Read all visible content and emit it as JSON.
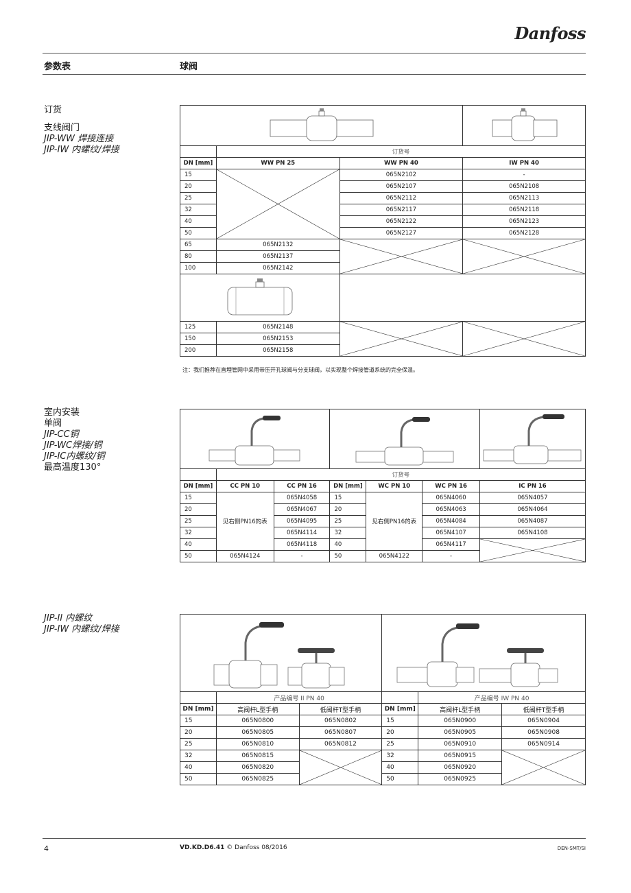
{
  "brand": "Danfoss",
  "header": {
    "section": "参数表",
    "product": "球阀"
  },
  "block1": {
    "labels": [
      "订货",
      "支线阀门",
      "JIP-WW 焊接连接",
      "JIP-IW 内螺纹/焊接"
    ],
    "order_label": "订货号",
    "cols": [
      "DN [mm]",
      "WW PN 25",
      "WW PN 40",
      "IW PN 40"
    ],
    "rows_a": [
      {
        "dn": "15",
        "ww40": "065N2102",
        "iw40": "-"
      },
      {
        "dn": "20",
        "ww40": "065N2107",
        "iw40": "065N2108"
      },
      {
        "dn": "25",
        "ww40": "065N2112",
        "iw40": "065N2113"
      },
      {
        "dn": "32",
        "ww40": "065N2117",
        "iw40": "065N2118"
      },
      {
        "dn": "40",
        "ww40": "065N2122",
        "iw40": "065N2123"
      },
      {
        "dn": "50",
        "ww40": "065N2127",
        "iw40": "065N2128"
      }
    ],
    "rows_b": [
      {
        "dn": "65",
        "ww25": "065N2132"
      },
      {
        "dn": "80",
        "ww25": "065N2137"
      },
      {
        "dn": "100",
        "ww25": "065N2142"
      }
    ],
    "rows_c": [
      {
        "dn": "125",
        "ww25": "065N2148"
      },
      {
        "dn": "150",
        "ww25": "065N2153"
      },
      {
        "dn": "200",
        "ww25": "065N2158"
      }
    ],
    "note": "注：我们推荐在直埋管网中采用带压开孔球阀与分支球阀，以实现整个焊接管道系统的完全保温。"
  },
  "block2": {
    "labels": [
      "室内安装",
      "单阀",
      "JIP-CC铜",
      "JIP-WC焊接/铜",
      "JIP-IC内螺纹/铜",
      "最高温度130°"
    ],
    "order_label": "订货号",
    "cols": [
      "DN [mm]",
      "CC PN 10",
      "CC PN 16",
      "DN [mm]",
      "WC PN 10",
      "WC PN 16",
      "IC PN 16"
    ],
    "see_right": "见右侧PN16的表",
    "rows": [
      {
        "dn": "15",
        "cc16": "065N4058",
        "dn2": "15",
        "wc16": "065N4060",
        "ic16": "065N4057"
      },
      {
        "dn": "20",
        "cc16": "065N4067",
        "dn2": "20",
        "wc16": "065N4063",
        "ic16": "065N4064"
      },
      {
        "dn": "25",
        "cc16": "065N4095",
        "dn2": "25",
        "wc16": "065N4084",
        "ic16": "065N4087"
      },
      {
        "dn": "32",
        "cc16": "065N4114",
        "dn2": "32",
        "wc16": "065N4107",
        "ic16": "065N4108"
      },
      {
        "dn": "40",
        "cc16": "065N4118",
        "dn2": "40",
        "wc16": "065N4117"
      }
    ],
    "last": {
      "dn": "50",
      "cc10": "065N4124",
      "cc16": "-",
      "dn2": "50",
      "wc10": "065N4122",
      "wc16": "-"
    }
  },
  "block3": {
    "labels": [
      "JIP-II 内螺纹",
      "JIP-IW 内螺纹/焊接"
    ],
    "group1": "产品编号 II PN 40",
    "group2": "产品编号 IW PN 40",
    "cols": [
      "DN [mm]",
      "高阀杆L型手柄",
      "低阀杆T型手柄",
      "DN [mm]",
      "高阀杆L型手柄",
      "低阀杆T型手柄"
    ],
    "rows": [
      {
        "dn": "15",
        "a": "065N0800",
        "b": "065N0802",
        "dn2": "15",
        "c": "065N0900",
        "d": "065N0904"
      },
      {
        "dn": "20",
        "a": "065N0805",
        "b": "065N0807",
        "dn2": "20",
        "c": "065N0905",
        "d": "065N0908"
      },
      {
        "dn": "25",
        "a": "065N0810",
        "b": "065N0812",
        "dn2": "25",
        "c": "065N0910",
        "d": "065N0914"
      },
      {
        "dn": "32",
        "a": "065N0815",
        "dn2": "32",
        "c": "065N0915"
      },
      {
        "dn": "40",
        "a": "065N0820",
        "dn2": "40",
        "c": "065N0920"
      },
      {
        "dn": "50",
        "a": "065N0825",
        "dn2": "50",
        "c": "065N0925"
      }
    ]
  },
  "footer": {
    "page": "4",
    "doc": "VD.KD.D6.41",
    "copy": "© Danfoss 08/2016",
    "code": "DEN-SMT/SI"
  }
}
